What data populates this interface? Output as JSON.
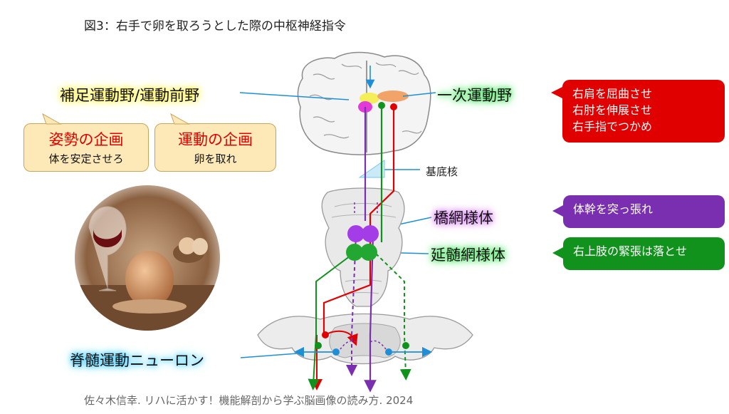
{
  "title": "図3：右手で卵を取ろうとした際の中枢神経指令",
  "citation": "佐々木信幸. リハに活かす！機能解剖から学ぶ脳画像の読み方. 2024",
  "labels": {
    "sma_pmc": "補足運動野/運動前野",
    "m1": "一次運動野",
    "basal_ganglia": "基底核",
    "pontine_rf": "橋網様体",
    "medullary_rf": "延髄網様体",
    "spinal_motor": "脊髄運動ニューロン"
  },
  "plans": [
    {
      "heading": "姿勢の企画",
      "sub": "体を安定させろ"
    },
    {
      "heading": "運動の企画",
      "sub": "卵を取れ"
    }
  ],
  "commands": {
    "m1": [
      "右肩を屈曲させ",
      "右肘を伸展させ",
      "右手指でつかめ"
    ],
    "pontine": "体幹を突っ張れ",
    "medullary": "右上肢の緊張は落とせ"
  },
  "colors": {
    "red": "#e00000",
    "purple": "#7a2fb0",
    "green": "#11921d",
    "blue": "#1e8fd6",
    "plan_bg": "#fde9b8"
  },
  "icons": [
    "brain-illustration",
    "brainstem-illustration",
    "spinal-cord-section",
    "egg-photo"
  ]
}
